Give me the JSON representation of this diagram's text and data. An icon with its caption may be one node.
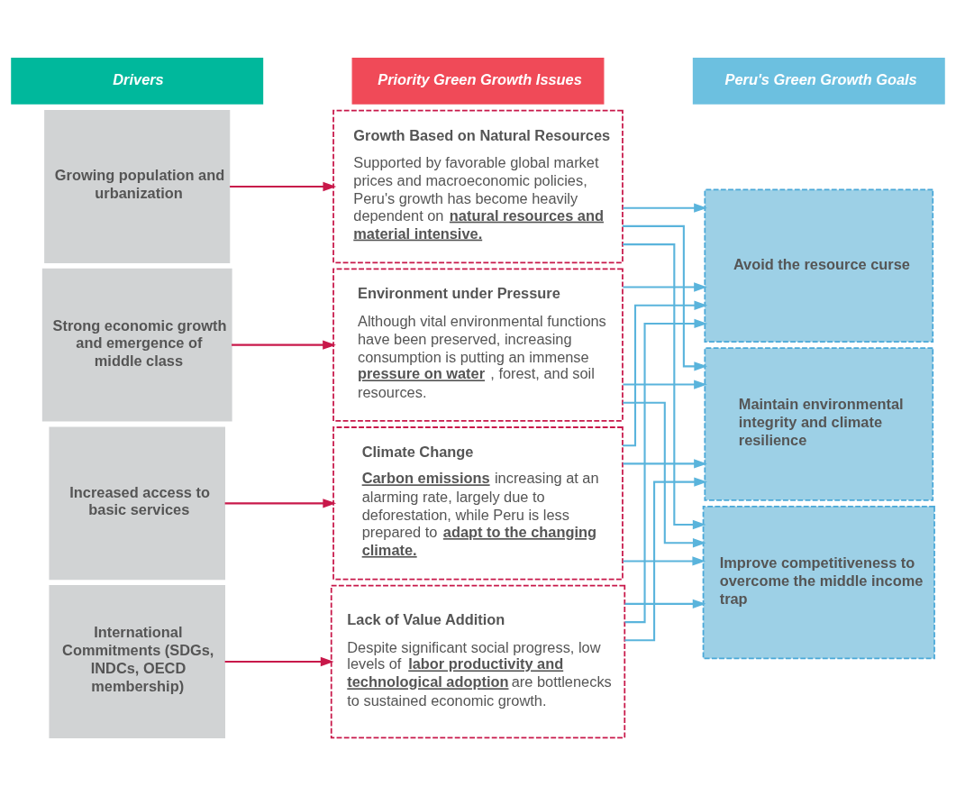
{
  "diagram": {
    "nodes": [
      {
        "text": [
          "Drivers"
        ]
      },
      {
        "text": [
          "Priority Green Growth Issues"
        ]
      },
      {
        "text": [
          "Peru's Green Growth Goals"
        ]
      },
      {
        "text": [
          "Growing population and urbanization"
        ]
      },
      {
        "text": [
          "Strong economic growth and emergence of middle class"
        ]
      },
      {
        "text": [
          "Increased access to basic services"
        ]
      },
      {
        "text": [
          "International Commitments (SDGs, INDCs, OECD membership)"
        ]
      },
      {
        "text": [
          "Growth Based on Natural Resources",
          "Supported by favorable global market prices and macroeconomic policies, Peru's growth has become heavily dependent on **natural resources and material intensive.**"
        ]
      },
      {
        "text": [
          "Environment under Pressure",
          "Although vital environmental functions have been preserved, increasing consumption is putting an immense **pressure on water**, forest, and soil resources."
        ]
      },
      {
        "text": [
          "Climate Change",
          "**Carbon emissions** increasing at an alarming rate, largely due to deforestation, while Peru is less prepared to **adapt to the changing climate.**"
        ]
      },
      {
        "text": [
          "Lack of Value Addition",
          "Despite significant social progress, low levels of **labor productivity and technological adoption** are bottlenecks to sustained economic growth."
        ]
      },
      {
        "text": [
          "Avoid the resource curse"
        ]
      },
      {
        "text": [
          "Maintain environmental integrity and climate resilience"
        ]
      },
      {
        "text": [
          "Improve competitiveness to overcome the middle income trap"
        ]
      }
    ],
    "edges": [
      {
        "from": 3,
        "to": 7,
        "arrow": "to",
        "color": "#c8184a"
      },
      {
        "from": 4,
        "to": 8,
        "arrow": "to",
        "color": "#c8184a"
      },
      {
        "from": 5,
        "to": 9,
        "arrow": "to",
        "color": "#c8184a"
      },
      {
        "from": 6,
        "to": 10,
        "arrow": "to",
        "color": "#c8184a"
      },
      {
        "from": 7,
        "to": 11,
        "arrow": "to"
      },
      {
        "from": 7,
        "to": 12,
        "arrow": "to"
      },
      {
        "from": 7,
        "to": 13,
        "arrow": "to"
      },
      {
        "from": 8,
        "to": 11,
        "arrow": "to"
      },
      {
        "from": 8,
        "to": 12,
        "arrow": "to"
      },
      {
        "from": 8,
        "to": 13,
        "arrow": "to"
      },
      {
        "from": 9,
        "to": 11,
        "arrow": "to"
      },
      {
        "from": 9,
        "to": 12,
        "arrow": "to"
      },
      {
        "from": 9,
        "to": 13,
        "arrow": "to"
      },
      {
        "from": 10,
        "to": 11,
        "arrow": "to"
      },
      {
        "from": 10,
        "to": 12,
        "arrow": "to"
      },
      {
        "from": 10,
        "to": 13,
        "arrow": "to"
      }
    ]
  }
}
